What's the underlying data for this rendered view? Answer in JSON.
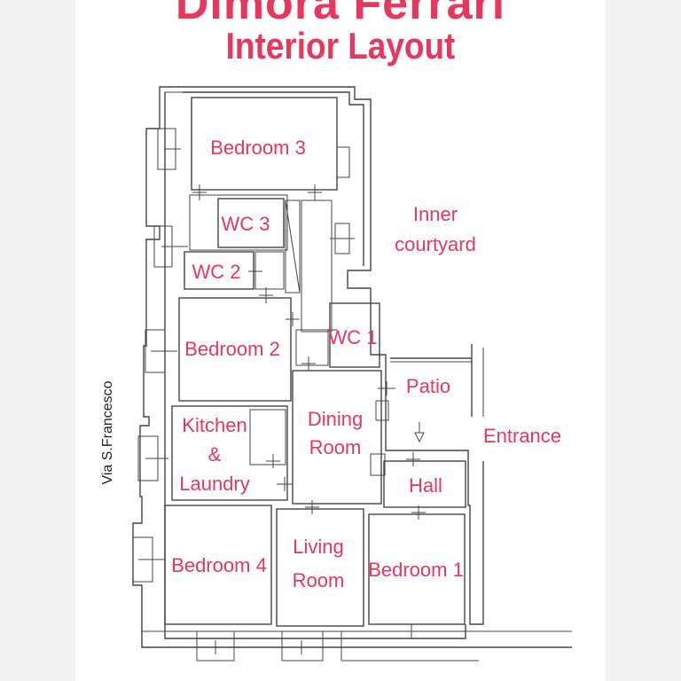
{
  "header": {
    "title": "Dimora Ferrari",
    "subtitle": "Interior Layout"
  },
  "rooms": {
    "bedroom3": "Bedroom 3",
    "wc3": "WC 3",
    "wc2": "WC 2",
    "inner_courtyard_line1": "Inner",
    "inner_courtyard_line2": "courtyard",
    "bedroom2": "Bedroom 2",
    "wc1": "WC 1",
    "patio": "Patio",
    "kitchen_line1": "Kitchen",
    "kitchen_line2": "&",
    "kitchen_line3": "Laundry",
    "dining_line1": "Dining",
    "dining_line2": "Room",
    "entrance": "Entrance",
    "hall": "Hall",
    "bedroom4": "Bedroom 4",
    "living_line1": "Living",
    "living_line2": "Room",
    "bedroom1": "Bedroom 1"
  },
  "street": {
    "label": "Via S.Francesco"
  },
  "colors": {
    "label": "#e8365d",
    "walls": "#444444"
  }
}
